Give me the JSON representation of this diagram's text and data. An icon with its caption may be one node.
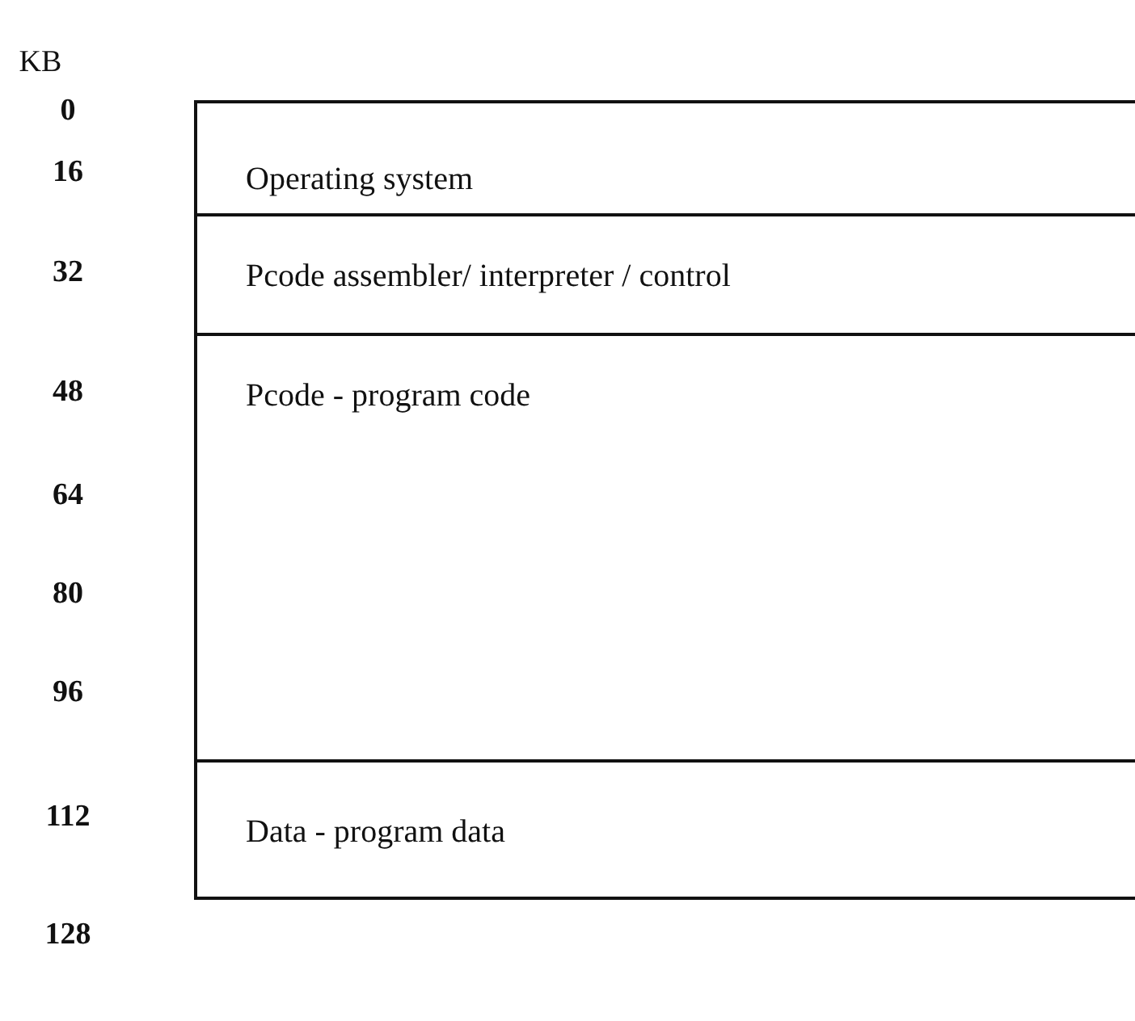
{
  "diagram": {
    "nodes": [
      {
        "text": [
          "Operating system"
        ]
      },
      {
        "text": [
          "Pcode assembler/ interpreter / control"
        ]
      },
      {
        "text": [
          "Pcode - program code"
        ]
      },
      {
        "text": [
          "Data - program data"
        ]
      }
    ],
    "labels": [
      "KB",
      "0",
      "16",
      "32",
      "48",
      "64",
      "80",
      "96",
      "112",
      "128"
    ]
  }
}
